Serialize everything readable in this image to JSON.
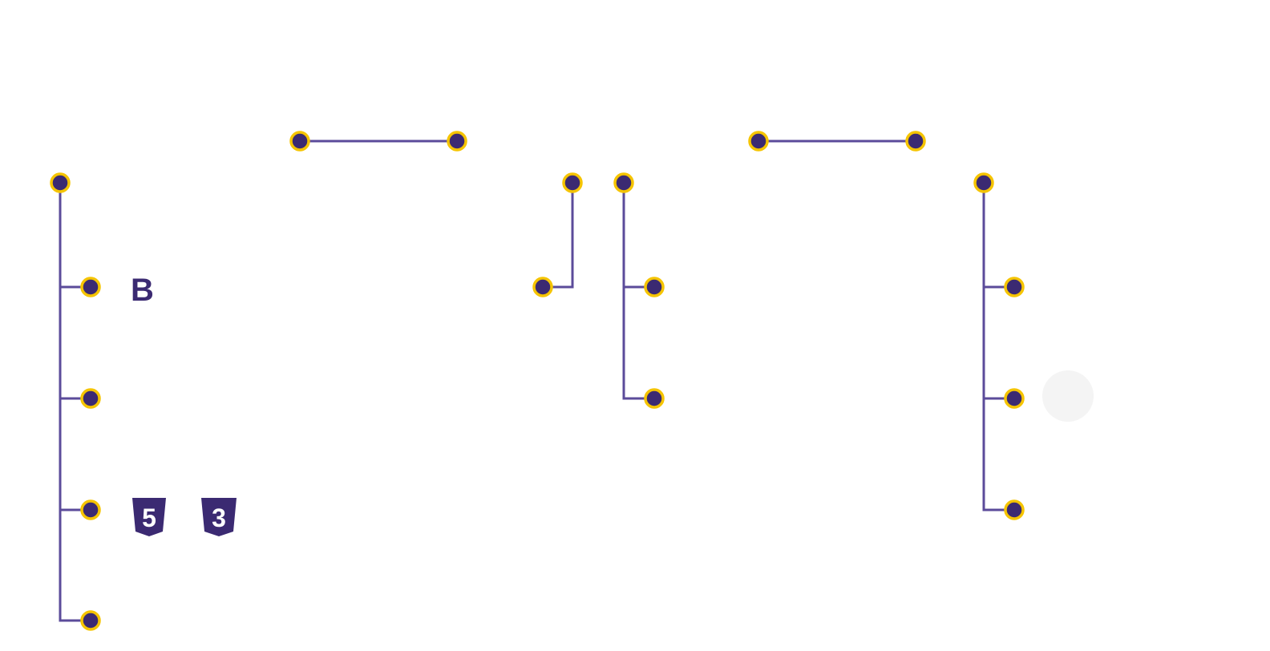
{
  "colors": {
    "background": "#ffffff",
    "line": "#5b4b9a",
    "node_fill": "#3b2a72",
    "node_ring": "#f5c400",
    "icon": "#3b2a72",
    "faint_icon": "#f4f4f4"
  },
  "icons": {
    "bootstrap": {
      "name": "bootstrap-icon",
      "letter": "B"
    },
    "html5": {
      "name": "html5-icon",
      "digit": "5"
    },
    "css3": {
      "name": "css3-icon",
      "digit": "3"
    },
    "faint": {
      "name": "faint-logo-icon"
    }
  },
  "diagram": {
    "groups": [
      {
        "name": "tree-left",
        "nodes": 5
      },
      {
        "name": "connector-top-left",
        "nodes": 2
      },
      {
        "name": "elbow-middle",
        "nodes": 2
      },
      {
        "name": "tree-middle",
        "nodes": 3
      },
      {
        "name": "connector-top-right",
        "nodes": 2
      },
      {
        "name": "tree-right",
        "nodes": 4
      }
    ]
  }
}
